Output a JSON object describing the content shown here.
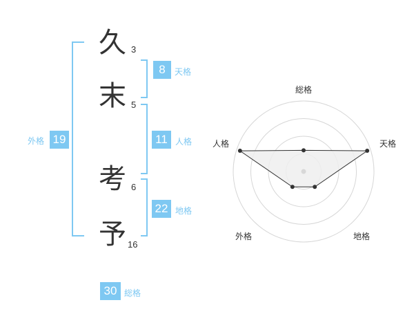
{
  "name_chars": [
    {
      "char": "久",
      "strokes": "3"
    },
    {
      "char": "末",
      "strokes": "5"
    },
    {
      "char": "考",
      "strokes": "6"
    },
    {
      "char": "予",
      "strokes": "16"
    }
  ],
  "fortunes": {
    "tenkaku": {
      "value": "8",
      "label": "天格"
    },
    "jinkaku": {
      "value": "11",
      "label": "人格"
    },
    "chikaku": {
      "value": "22",
      "label": "地格"
    },
    "gaikaku": {
      "value": "19",
      "label": "外格"
    },
    "soukaku": {
      "value": "30",
      "label": "総格"
    }
  },
  "colors": {
    "accent": "#7ec8f2",
    "text": "#333333"
  },
  "radar": {
    "axes": [
      "総格",
      "天格",
      "地格",
      "外格",
      "人格"
    ],
    "levels": 4,
    "values": [
      0.3,
      0.95,
      0.27,
      0.27,
      0.95
    ]
  }
}
